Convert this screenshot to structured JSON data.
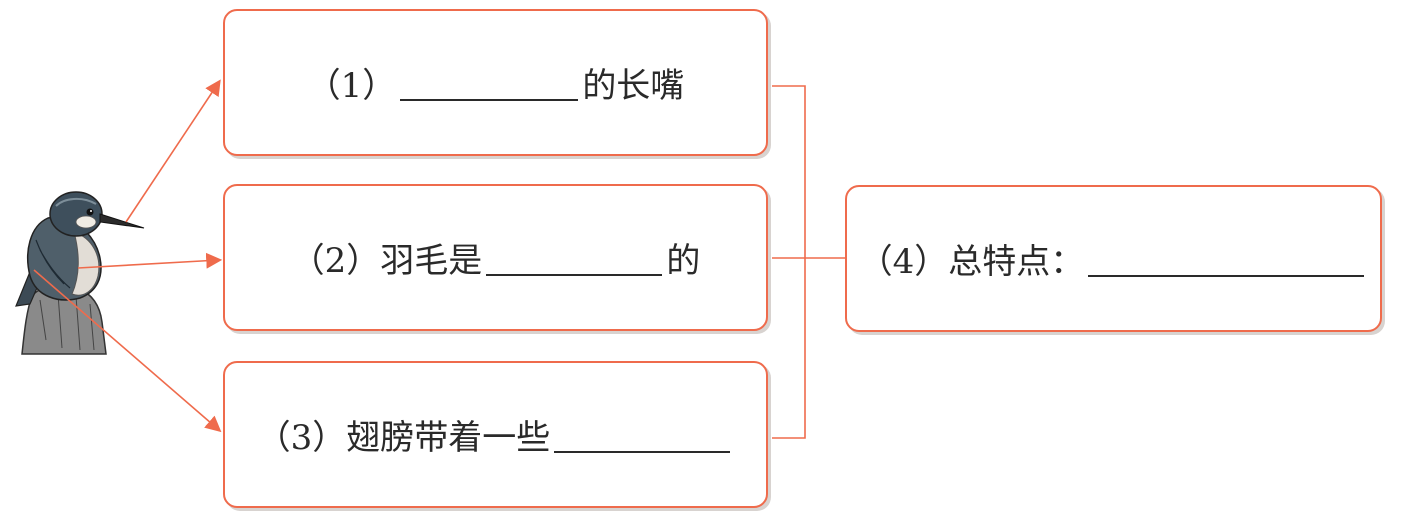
{
  "boxes": {
    "box1": {
      "prefix": "（1）",
      "suffix": "的长嘴"
    },
    "box2": {
      "prefix": "（2）羽毛是",
      "suffix": "的"
    },
    "box3": {
      "prefix": "（3）翅膀带着一些",
      "suffix": ""
    },
    "box4": {
      "prefix": "（4）总特点：",
      "suffix": ""
    }
  },
  "colors": {
    "accent": "#ef6b4c",
    "text": "#2a2a2a"
  },
  "illustration": {
    "icon": "kingfisher-bird"
  }
}
